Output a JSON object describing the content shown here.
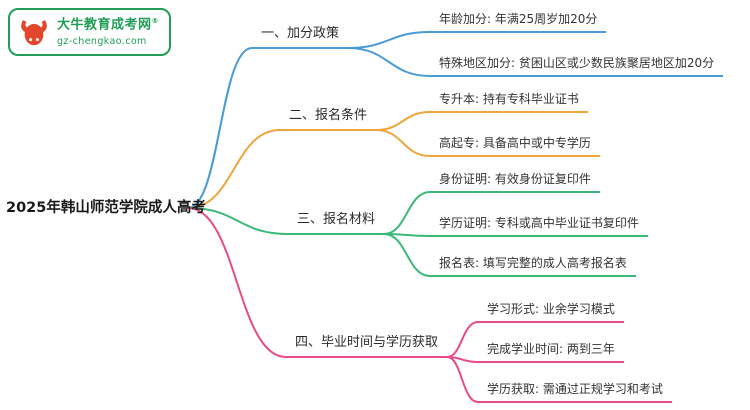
{
  "background": "#ffffff",
  "logo": {
    "brand": "大牛教育成考网",
    "reg_mark": "®",
    "domain": "gz-chengkao.com",
    "color": "#1f9e57",
    "icon_color": "#e2472e"
  },
  "root": {
    "label": "2025年韩山师范学院成人高考",
    "color": "#1a1a1a"
  },
  "branches": [
    {
      "label": "一、加分政策",
      "color": "#4a9bd5",
      "children": [
        "年龄加分: 年满25周岁加20分",
        "特殊地区加分: 贫困山区或少数民族聚居地区加20分"
      ]
    },
    {
      "label": "二、报名条件",
      "color": "#efa53b",
      "children": [
        "专升本: 持有专科毕业证书",
        "高起专: 具备高中或中专学历"
      ]
    },
    {
      "label": "三、报名材料",
      "color": "#3cb878",
      "children": [
        "身份证明: 有效身份证复印件",
        "学历证明: 专科或高中毕业证书复印件",
        "报名表: 填写完整的成人高考报名表"
      ]
    },
    {
      "label": "四、毕业时间与学历获取",
      "color": "#e84b8a",
      "children": [
        "学习形式: 业余学习模式",
        "完成学业时间: 两到三年",
        "学历获取: 需通过正规学习和考试"
      ]
    }
  ]
}
